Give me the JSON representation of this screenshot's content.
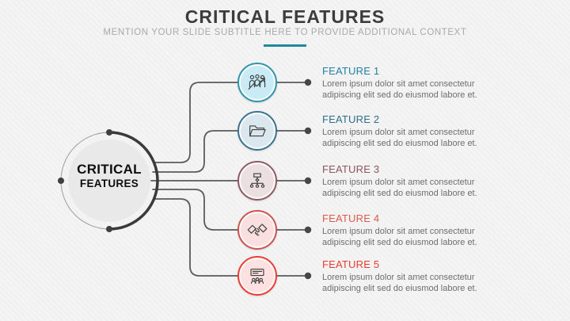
{
  "slide": {
    "title": "CRITICAL FEATURES",
    "subtitle": "MENTION YOUR SLIDE SUBTITLE HERE TO PROVIDE ADDITIONAL CONTEXT",
    "accent_color": "#1b8a9d",
    "connector_color": "#5a5a5a",
    "background_color": "#f4f4f4"
  },
  "center": {
    "line1": "CRITICAL",
    "line2": "FEATURES"
  },
  "features": [
    {
      "title": "FEATURE 1",
      "description": "Lorem ipsum dolor sit amet consectetur adipiscing elit sed do eiusmod labore et.",
      "icon": "team-growth-icon",
      "title_color": "#2281a4",
      "circle_border": "#2e96ab",
      "circle_fill": "#c9ebf5"
    },
    {
      "title": "FEATURE 2",
      "description": "Lorem ipsum dolor sit amet consectetur adipiscing elit sed do eiusmod labore et.",
      "icon": "folder-icon",
      "title_color": "#2e6f8e",
      "circle_border": "#3a7390",
      "circle_fill": "#dbe7ee"
    },
    {
      "title": "FEATURE 3",
      "description": "Lorem ipsum dolor sit amet consectetur adipiscing elit sed do eiusmod labore et.",
      "icon": "org-chart-icon",
      "title_color": "#8e5460",
      "circle_border": "#8f5a64",
      "circle_fill": "#ecdfe2"
    },
    {
      "title": "FEATURE 4",
      "description": "Lorem ipsum dolor sit amet consectetur adipiscing elit sed do eiusmod labore et.",
      "icon": "handshake-icon",
      "title_color": "#dd5a50",
      "circle_border": "#cd5450",
      "circle_fill": "#f9dfdf"
    },
    {
      "title": "FEATURE 5",
      "description": "Lorem ipsum dolor sit amet consectetur adipiscing elit sed do eiusmod labore et.",
      "icon": "presentation-icon",
      "title_color": "#ec3a32",
      "circle_border": "#ee3c36",
      "circle_fill": "#fde1e1"
    }
  ]
}
